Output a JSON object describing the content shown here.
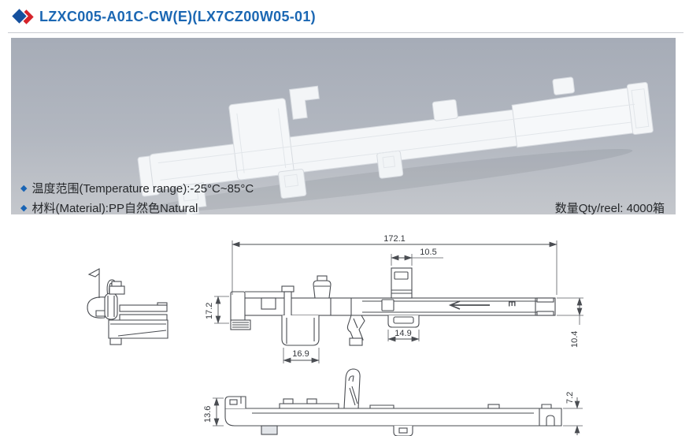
{
  "header": {
    "title": "LZXC005-A01C-CW(E)(LX7CZ00W05-01)"
  },
  "product_photo": {
    "specs": [
      {
        "bullet": "◆",
        "text": "温度范围(Temperature range):-25°C~85°C"
      },
      {
        "bullet": "◆",
        "text": "材料(Material):PP自然色Natural"
      }
    ],
    "qty_label": "数量Qty/reel:  4000箱"
  },
  "drawing": {
    "dimensions": {
      "overall_length": "172.1",
      "top_tab_width": "10.5",
      "front_height": "17.2",
      "lower_block_width": "16.9",
      "bottom_tab_width": "14.9",
      "rail_end_height": "10.4",
      "bottom_view_height": "13.6",
      "bottom_end_height": "7.2"
    },
    "cavity_mark": "E"
  },
  "colors": {
    "title_blue": "#1b67b3",
    "brand_red": "#d6232a",
    "brand_blue": "#15509e",
    "photo_bg": "#b2b7c0",
    "line_color": "#4a4d52"
  }
}
